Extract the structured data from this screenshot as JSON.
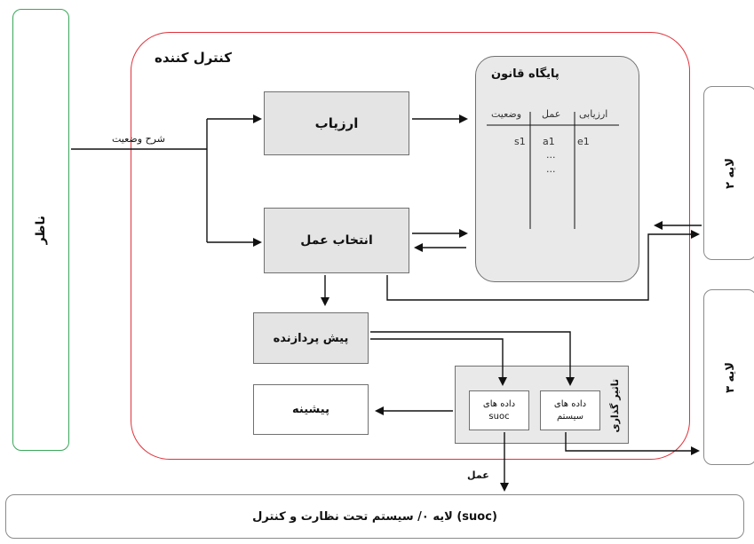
{
  "observer": {
    "label": "ناظر"
  },
  "controller": {
    "title": "کنترل کننده"
  },
  "blocks": {
    "evaluator": "ارزیاب",
    "action_select": "انتخاب عمل",
    "preprocessor": "پیش پردازنده",
    "history": "پیشینه"
  },
  "knowledge_base": {
    "title": "پایگاه قانون",
    "columns": [
      "ارزیابی",
      "عمل",
      "وضعیت"
    ],
    "row": [
      "e1",
      "a1",
      "s1"
    ],
    "ellipsis": [
      "...",
      "..."
    ]
  },
  "effector": {
    "label": "تاثیر گذاری",
    "system_data": [
      "داده های",
      "سیستم"
    ],
    "suoc_data": [
      "داده های",
      "suoc"
    ]
  },
  "edges": {
    "state_desc": "شرح وضعیت",
    "action": "عمل"
  },
  "layers": {
    "layer2": "لایه ۲",
    "layer3": "لایه ۳",
    "layer0": "لایه ۰/ سیستم تحت نظارت و کنترل (suoc)"
  },
  "colors": {
    "controller_border": "#e0313a",
    "observer_border": "#3aa75a",
    "block_fill": "#e4e4e4",
    "kb_fill": "#e9e9e9"
  }
}
